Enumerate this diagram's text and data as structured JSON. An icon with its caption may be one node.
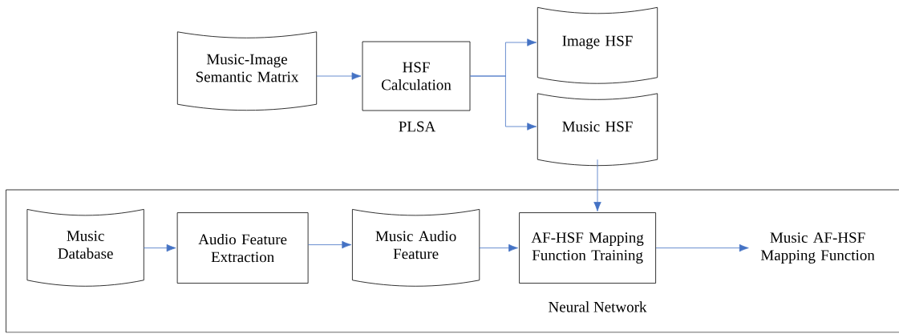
{
  "diagram": {
    "nodes": [
      {
        "text": [
          "Music-Image Semantic Matrix"
        ]
      },
      {
        "text": [
          "HSF Calculation"
        ],
        "beside": [
          "PLSA"
        ]
      },
      {
        "text": [
          "Image HSF"
        ]
      },
      {
        "text": [
          "Music HSF"
        ]
      },
      {
        "text": [],
        "shape": "box"
      },
      {
        "text": [
          "Music Database"
        ],
        "in": 4
      },
      {
        "text": [
          "Audio Feature Extraction"
        ],
        "in": 4
      },
      {
        "text": [
          "Music Audio Feature"
        ],
        "in": 4
      },
      {
        "text": [
          "AF-HSF Mapping Function Training"
        ],
        "beside": [
          "Neural Network"
        ],
        "in": 4
      },
      {
        "text": [
          "Music AF-HSF Mapping Function"
        ],
        "in": 4
      }
    ],
    "edges": [
      {
        "from": 0,
        "to": 1,
        "arrow": "to"
      },
      {
        "from": 1,
        "to": 2,
        "arrow": "to"
      },
      {
        "from": 1,
        "to": 3,
        "arrow": "to"
      },
      {
        "from": 3,
        "to": 8,
        "arrow": "to"
      },
      {
        "from": 5,
        "to": 6,
        "arrow": "to"
      },
      {
        "from": 6,
        "to": 7,
        "arrow": "to"
      },
      {
        "from": 7,
        "to": 8,
        "arrow": "to"
      },
      {
        "from": 8,
        "to": 9,
        "arrow": "to"
      }
    ]
  }
}
